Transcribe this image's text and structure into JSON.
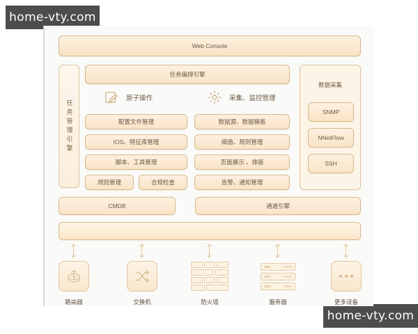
{
  "watermark": {
    "text": "home-vty.com"
  },
  "diagram": {
    "top_bar": {
      "label": "Web Console"
    },
    "left_rail": {
      "label": "任务管理引擎"
    },
    "orchestration": {
      "label": "任务编排引擎"
    },
    "sections": [
      {
        "icon": "pencil-square-icon",
        "label": "原子操作"
      },
      {
        "icon": "gear-icon",
        "label": "采集、监控管理"
      }
    ],
    "left_column": [
      {
        "label": "配置文件管理"
      },
      {
        "label": "IOS、特征库管理"
      },
      {
        "label": "脚本、工具管理"
      }
    ],
    "left_column_pair": [
      {
        "label": "规则管理"
      },
      {
        "label": "合规检查"
      }
    ],
    "right_column": [
      {
        "label": "数据源、数据模板"
      },
      {
        "label": "阈值、规则管理"
      },
      {
        "label": "页面展示 、排版"
      },
      {
        "label": "告警、通知管理"
      }
    ],
    "collector_panel": {
      "title": "数据采集",
      "items": [
        {
          "label": "SNMP"
        },
        {
          "label": "NNetFlow"
        },
        {
          "label": "SSH"
        }
      ]
    },
    "lower_bars": [
      {
        "label": "CMDB"
      },
      {
        "label": "通道引擎"
      }
    ],
    "channel_bar": {
      "label": ""
    },
    "devices": [
      {
        "icon": "router-icon",
        "label": "路由器"
      },
      {
        "icon": "switch-icon",
        "label": "交换机"
      },
      {
        "icon": "firewall-icon",
        "label": "防火墙"
      },
      {
        "icon": "server-icon",
        "label": "服务器"
      },
      {
        "icon": "more-icon",
        "label": "更多设备"
      }
    ]
  },
  "colors": {
    "page_bg": "#ffffff",
    "diagram_bg": "#fafaf8",
    "box_border": "#d5b98c",
    "box_fill_top": "#fdf1e0",
    "box_fill_bottom": "#f9e3c6",
    "text": "#6b5a43",
    "watermark_bg": "#4d4d4d",
    "watermark_text": "#ffffff"
  }
}
